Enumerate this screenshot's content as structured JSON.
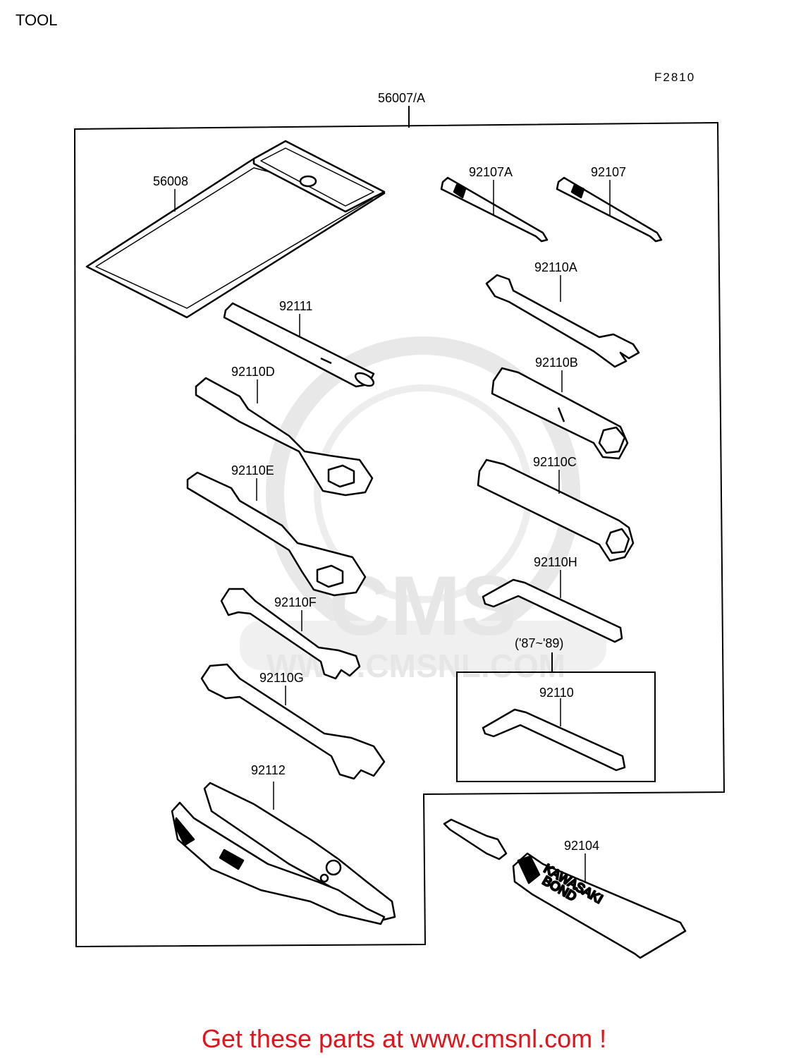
{
  "page": {
    "title": "TOOL",
    "figure_code": "F2810",
    "footer": "Get these parts at www.cmsnl.com !"
  },
  "watermark": {
    "logo_text": "CMS",
    "url_text": "WWW.CMSNL.COM"
  },
  "parts": {
    "kit": "56007/A",
    "pouch": "56008",
    "driver_a": "92107A",
    "driver": "92107",
    "wrench_a": "92110A",
    "handle": "92111",
    "socket_b": "92110B",
    "ring_d": "92110D",
    "socket_c": "92110C",
    "ring_e": "92110E",
    "hex_h": "92110H",
    "open_f": "92110F",
    "year_range": "('87~'89)",
    "open_g": "92110G",
    "hex": "92110",
    "pliers": "92112",
    "bond": "92104"
  },
  "bond_tube": {
    "brand": "KAWASAKI",
    "product": "BOND"
  }
}
